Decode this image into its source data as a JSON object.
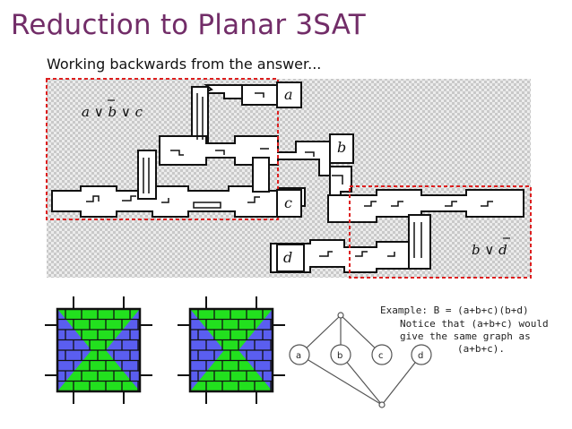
{
  "slide": {
    "title": "Reduction to Planar 3SAT",
    "subtitle": "Working backwards from the answer..."
  },
  "puzzle": {
    "clause1": {
      "formula": [
        "a",
        "∨",
        "b",
        "∨",
        "c"
      ],
      "negated": "b"
    },
    "clause2": {
      "formula": [
        "b",
        "∨",
        "d"
      ],
      "negated": "d"
    },
    "variables": [
      "a",
      "b",
      "c",
      "d"
    ]
  },
  "example": {
    "line1": "Example: B = (a+b+c)(b+d)",
    "line2": "Notice that (a+b+c) would",
    "line3": "give the same graph as",
    "line4": "(a+b+c).",
    "nodes": [
      "a",
      "b",
      "c",
      "d"
    ]
  },
  "colors": {
    "title": "#722d68",
    "green": "#22e01e",
    "blue": "#5a5ef0",
    "dashed": "#dd1f1f"
  }
}
